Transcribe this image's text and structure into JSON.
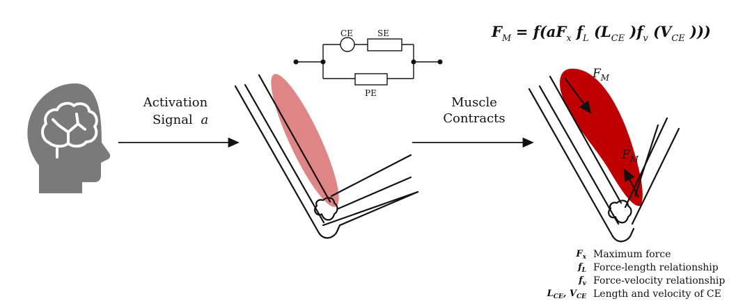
{
  "labels": {
    "activation": "Activation",
    "signal": "Signal",
    "signal_symbol": "a",
    "muscle": "Muscle",
    "contracts": "Contracts"
  },
  "circuit": {
    "ce": "CE",
    "se": "SE",
    "pe": "PE"
  },
  "formula": {
    "lhs": "F",
    "lhs_sub": "M",
    "rhs_prefix": "= f(aF",
    "rhs_x": "x",
    "fl": " f",
    "fl_sub": "L",
    "lce_open": " (L",
    "lce_sub": "CE",
    "fv": " )f",
    "fv_sub": "v",
    "vce_open": " (V",
    "vce_sub": "CE",
    "close": " )))"
  },
  "force_labels": {
    "fm_symbol": "F",
    "fm_sub": "M"
  },
  "legend": [
    {
      "symbol": "F",
      "sub": "x",
      "text": "Maximum force"
    },
    {
      "symbol": "f",
      "sub": "L",
      "text": "Force-length relationship"
    },
    {
      "symbol": "f",
      "sub": "v",
      "text": "Force-velocity relationship"
    },
    {
      "symbol": "L",
      "sub": "CE",
      "symbol2": ", V",
      "sub2": "CE",
      "text": "Length and velocity of CE"
    }
  ],
  "colors": {
    "head": "#7a7a7a",
    "muscle_relaxed": "#e08585",
    "muscle_contracted": "#c00000",
    "line": "#111111"
  },
  "icons": [
    "head-brain-icon"
  ]
}
